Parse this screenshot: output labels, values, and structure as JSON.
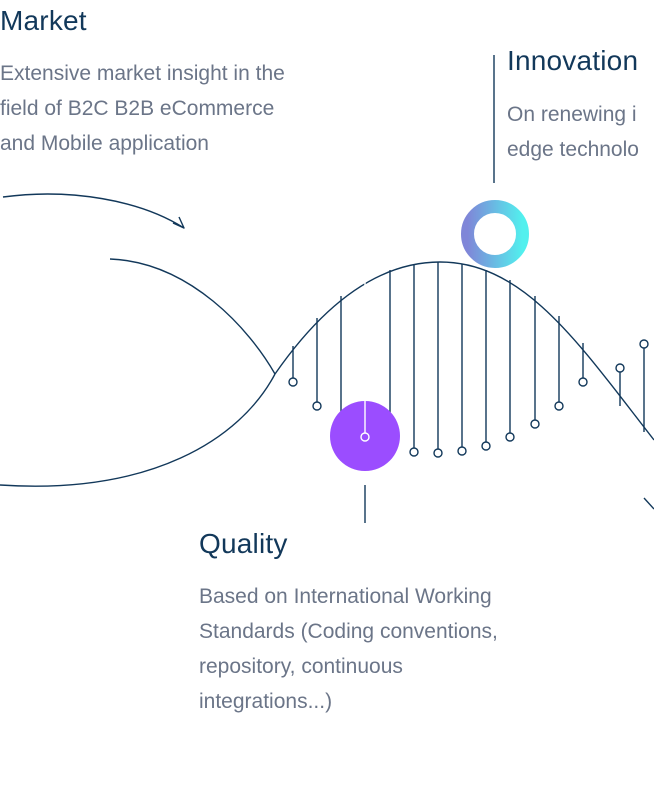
{
  "market": {
    "title": "Market",
    "description": "Extensive market insight in the\nfield of B2C B2B eCommerce\nand Mobile application"
  },
  "innovation": {
    "title": "Innovation",
    "description": "On renewing i\nedge technolo"
  },
  "quality": {
    "title": "Quality",
    "description": "Based on International Working\nStandards (Coding conventions,\nrepository, continuous\nintegrations...)"
  },
  "colors": {
    "line": "#12385a",
    "heading": "#12385a",
    "text": "#6b7588",
    "quality_dot": "#9b4dff",
    "ring_start": "#7f86d8",
    "ring_end": "#52f0ee"
  }
}
